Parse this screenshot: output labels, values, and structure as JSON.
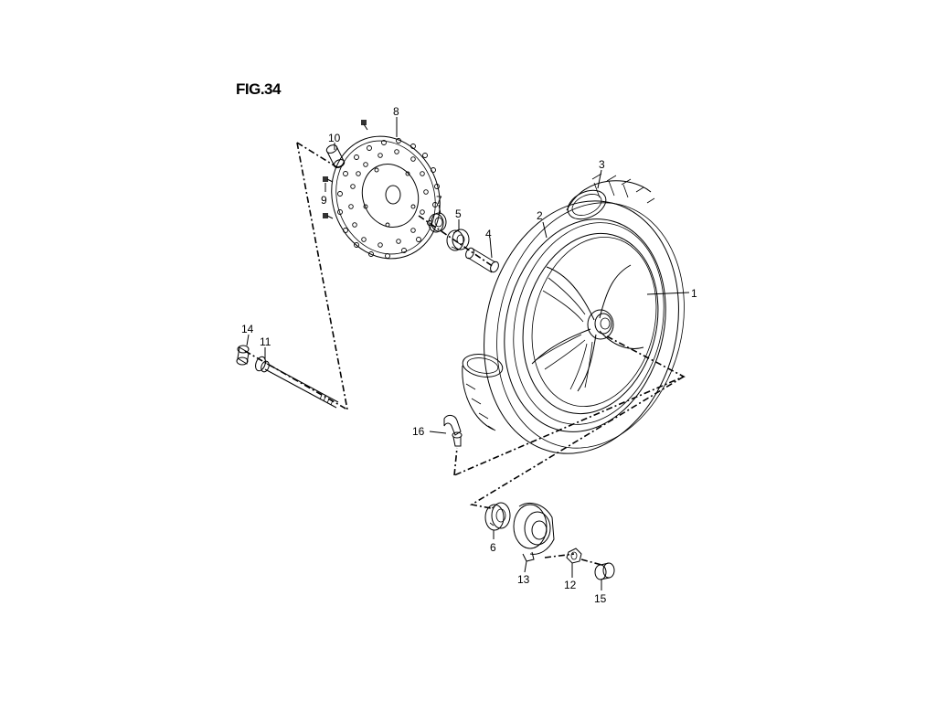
{
  "figure": {
    "title": "FIG.34"
  },
  "callouts": [
    {
      "id": "c1",
      "text": "1"
    },
    {
      "id": "c2",
      "text": "2"
    },
    {
      "id": "c3",
      "text": "3"
    },
    {
      "id": "c4",
      "text": "4"
    },
    {
      "id": "c5",
      "text": "5"
    },
    {
      "id": "c6",
      "text": "6"
    },
    {
      "id": "c7",
      "text": "7"
    },
    {
      "id": "c8",
      "text": "8"
    },
    {
      "id": "c9",
      "text": "9"
    },
    {
      "id": "c10",
      "text": "10"
    },
    {
      "id": "c11",
      "text": "11"
    },
    {
      "id": "c12",
      "text": "12"
    },
    {
      "id": "c13",
      "text": "13"
    },
    {
      "id": "c14",
      "text": "14"
    },
    {
      "id": "c15",
      "text": "15"
    },
    {
      "id": "c16",
      "text": "16"
    }
  ]
}
